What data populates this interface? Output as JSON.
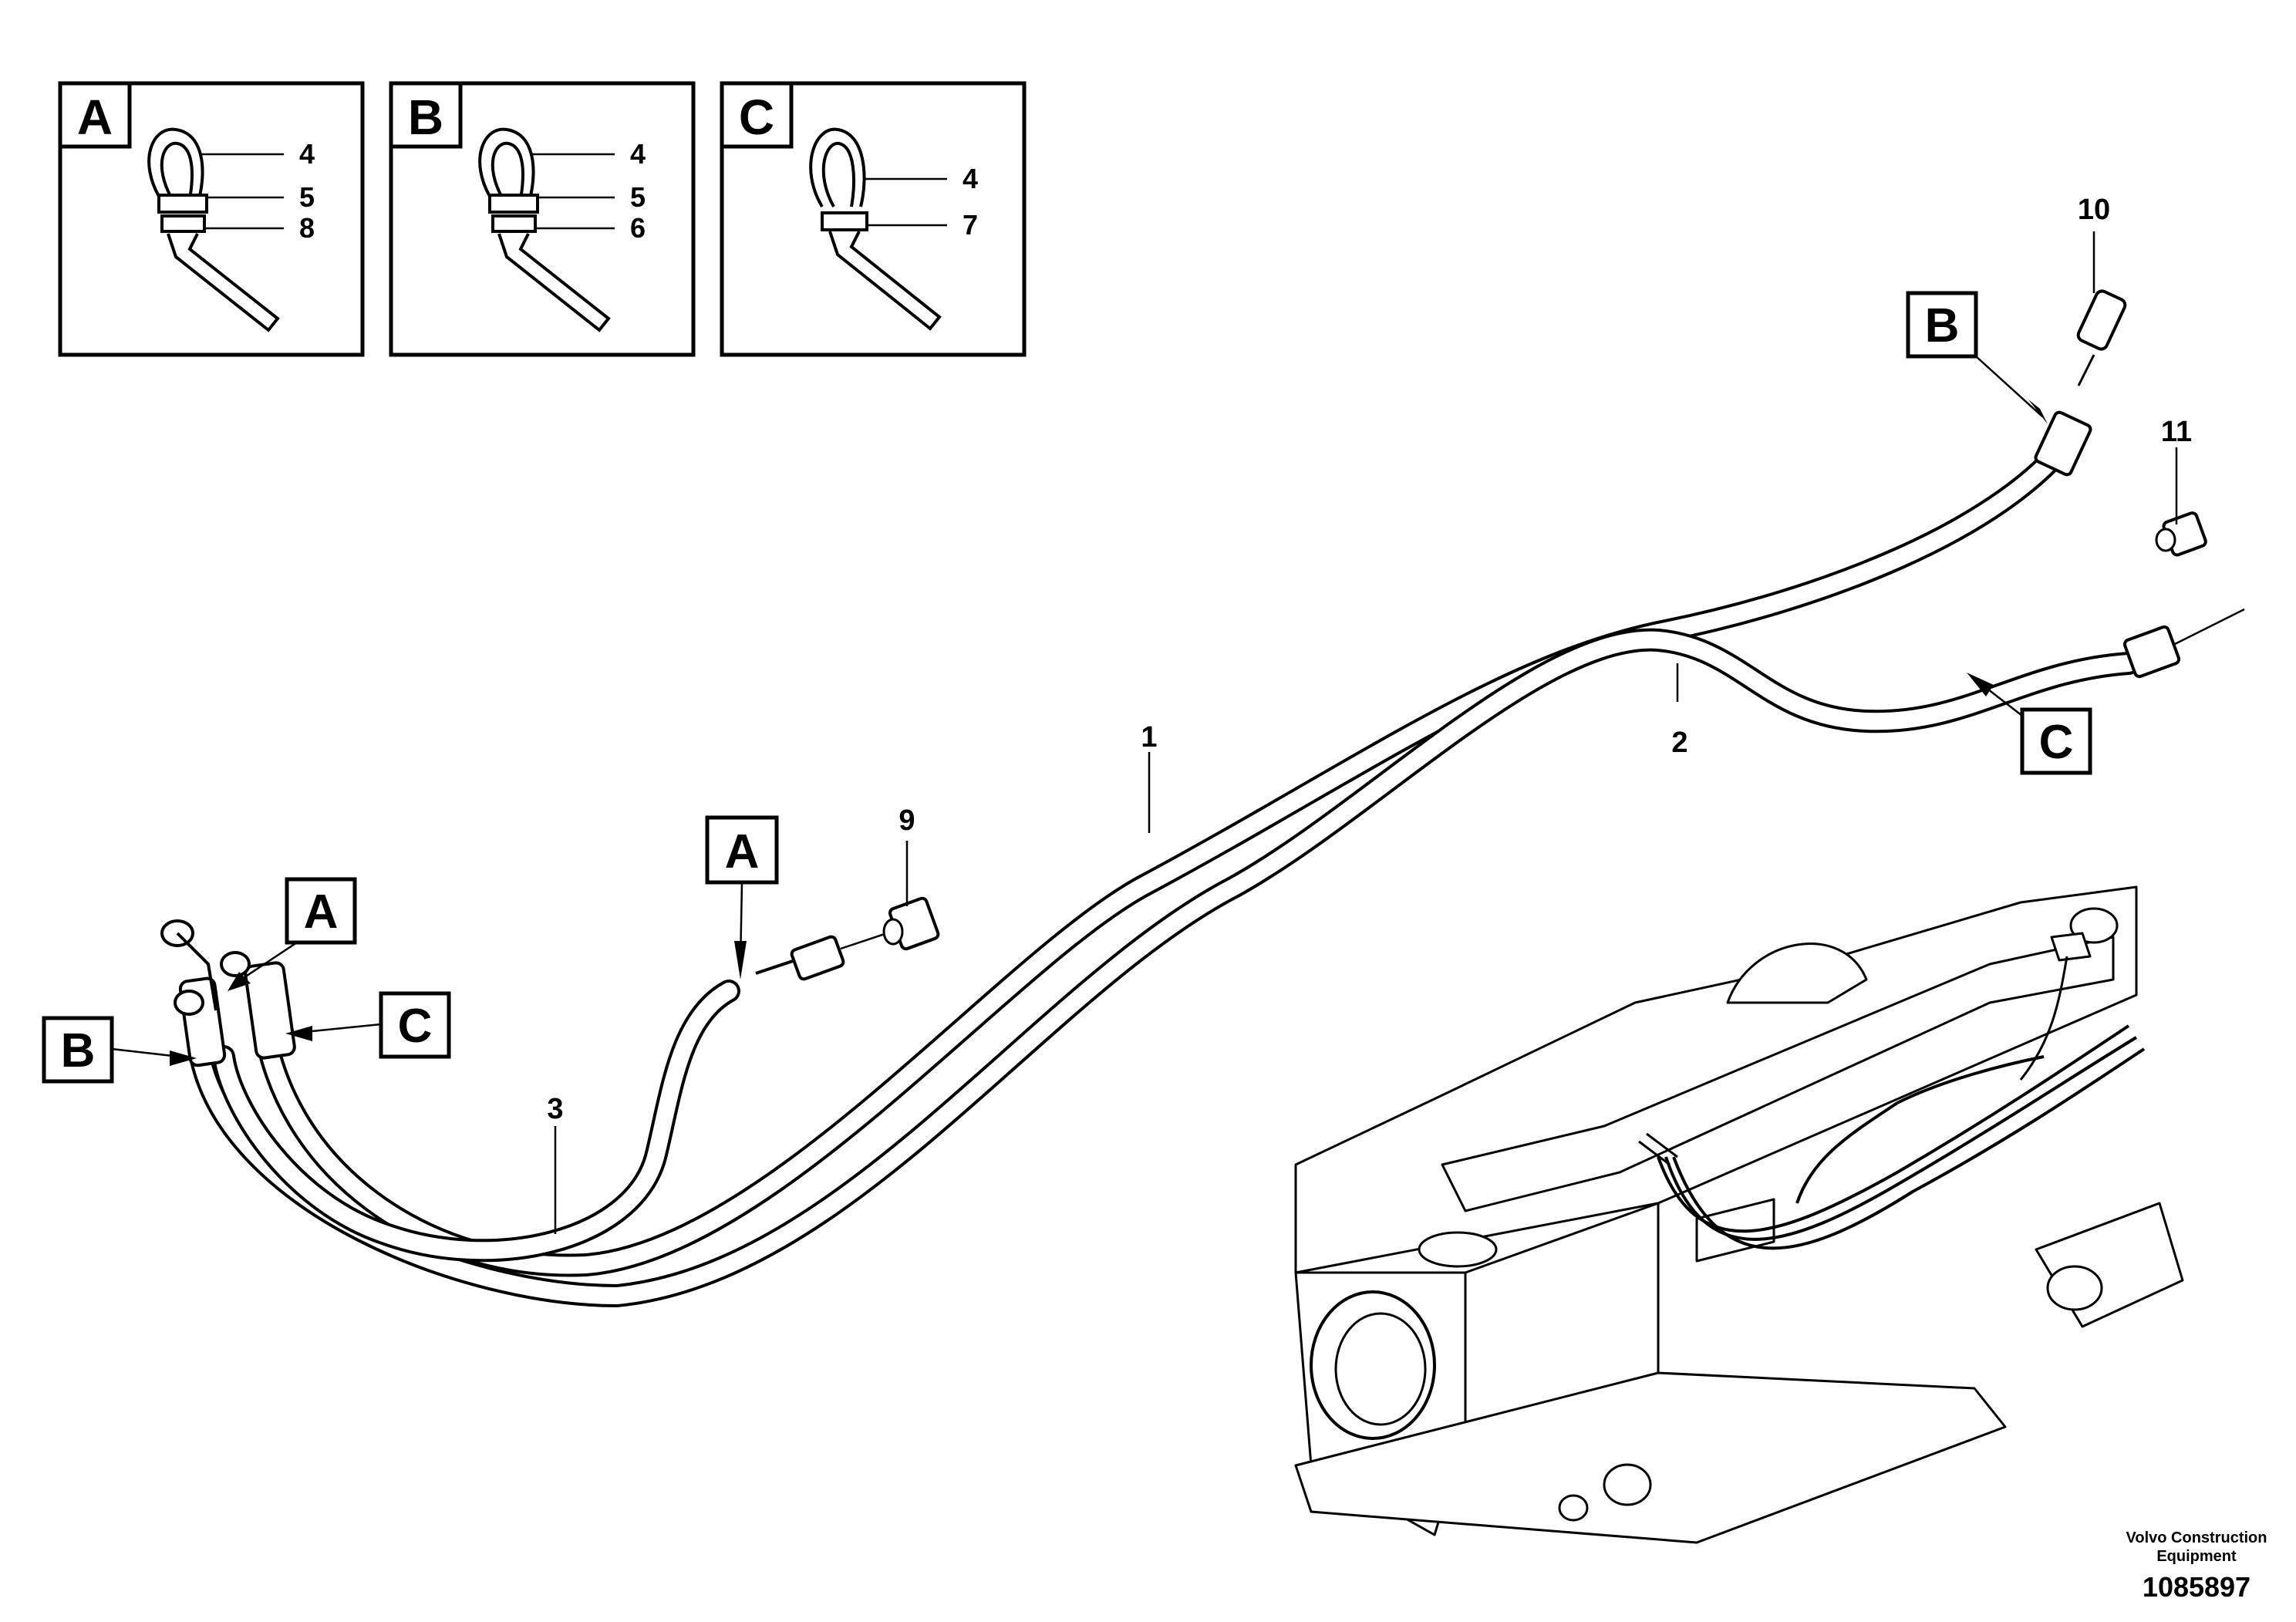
{
  "detail_boxes": [
    {
      "letter": "A",
      "callouts": [
        "4",
        "5",
        "8"
      ]
    },
    {
      "letter": "B",
      "callouts": [
        "4",
        "5",
        "6"
      ]
    },
    {
      "letter": "C",
      "callouts": [
        "4",
        "7"
      ]
    }
  ],
  "part_numbers": {
    "p1": "1",
    "p2": "2",
    "p3": "3",
    "p9": "9",
    "p10": "10",
    "p11": "11"
  },
  "reference_tags": {
    "a_top": "A",
    "a_left": "A",
    "b_left": "B",
    "c_left": "C",
    "b_right": "B",
    "c_right": "C"
  },
  "footer": {
    "company_line1": "Volvo Construction",
    "company_line2": "Equipment",
    "drawing_number": "1085897"
  }
}
